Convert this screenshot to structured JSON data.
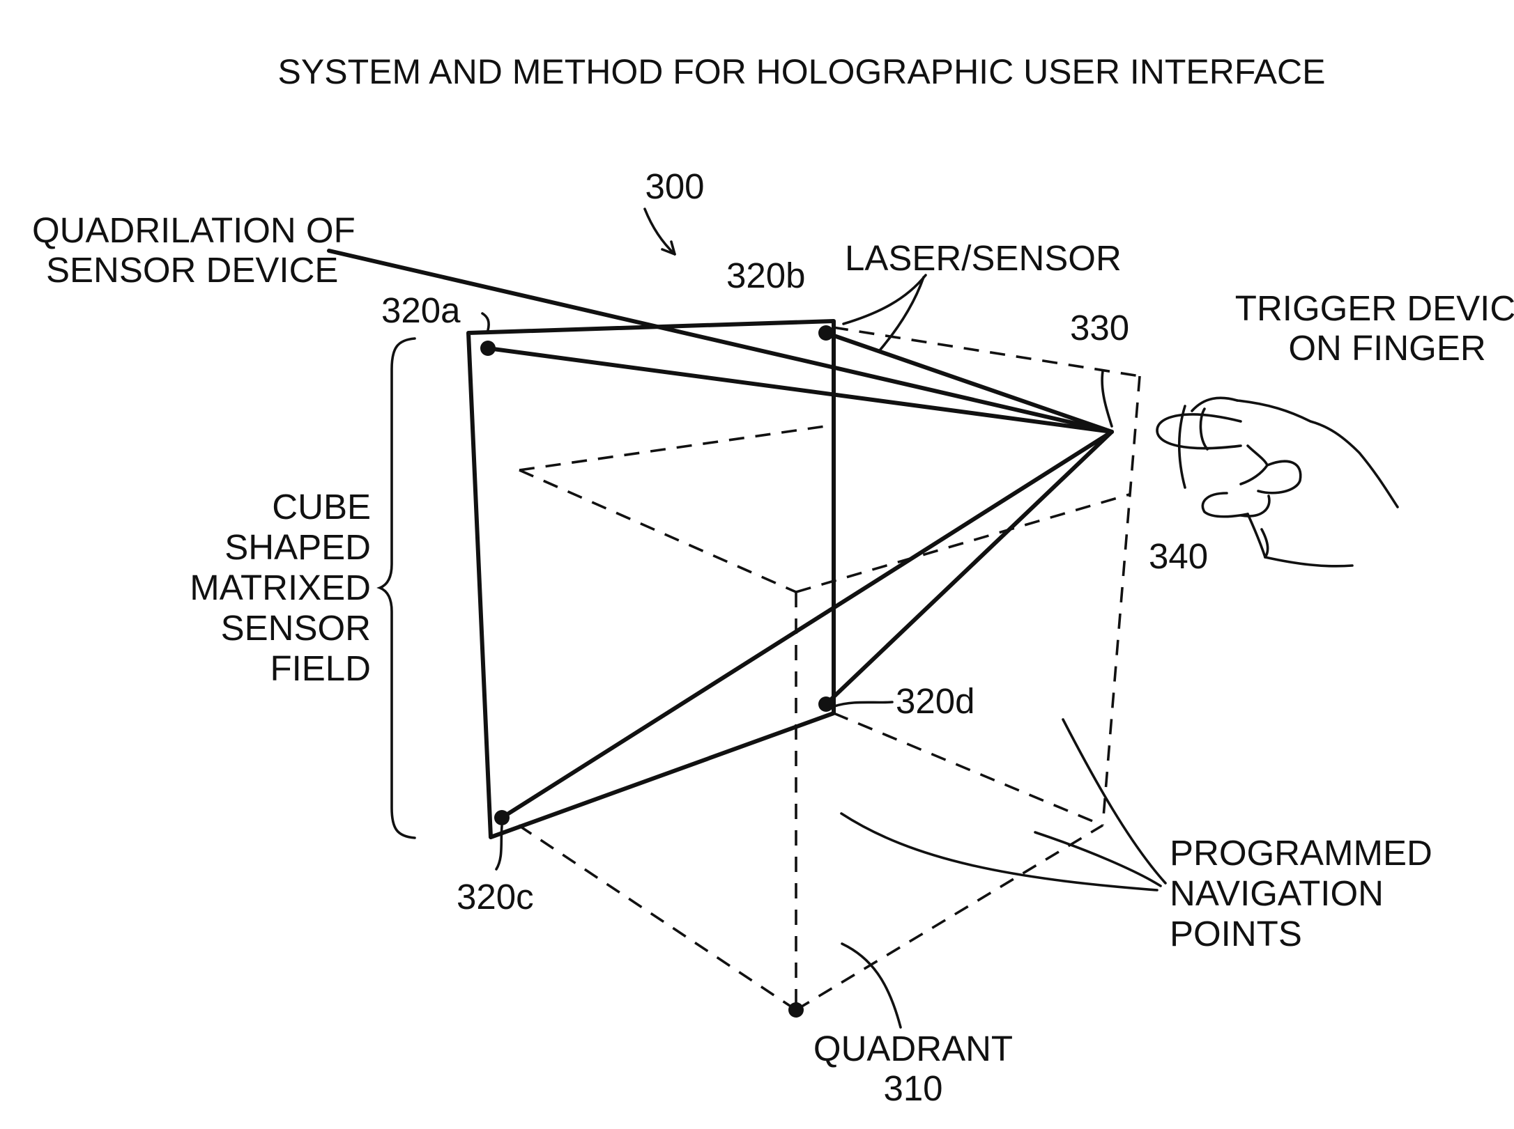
{
  "title": "SYSTEM AND METHOD FOR HOLOGRAPHIC USER INTERFACE",
  "labels": {
    "figure_ref": "300",
    "quadrilation": [
      "QUADRILATION OF",
      "SENSOR DEVICE"
    ],
    "laser_sensor": "LASER/SENSOR",
    "trigger_device": [
      "TRIGGER DEVICE",
      "ON FINGER"
    ],
    "cube_field": [
      "CUBE",
      "SHAPED",
      "MATRIXED",
      "SENSOR",
      "FIELD"
    ],
    "programmed_points": [
      "PROGRAMMED",
      "NAVIGATION",
      "POINTS"
    ],
    "quadrant": [
      "QUADRANT",
      "310"
    ],
    "ref_320a": "320a",
    "ref_320b": "320b",
    "ref_320c": "320c",
    "ref_320d": "320d",
    "ref_330": "330",
    "ref_340": "340"
  },
  "colors": {
    "ink": "#111111",
    "background": "#ffffff"
  }
}
